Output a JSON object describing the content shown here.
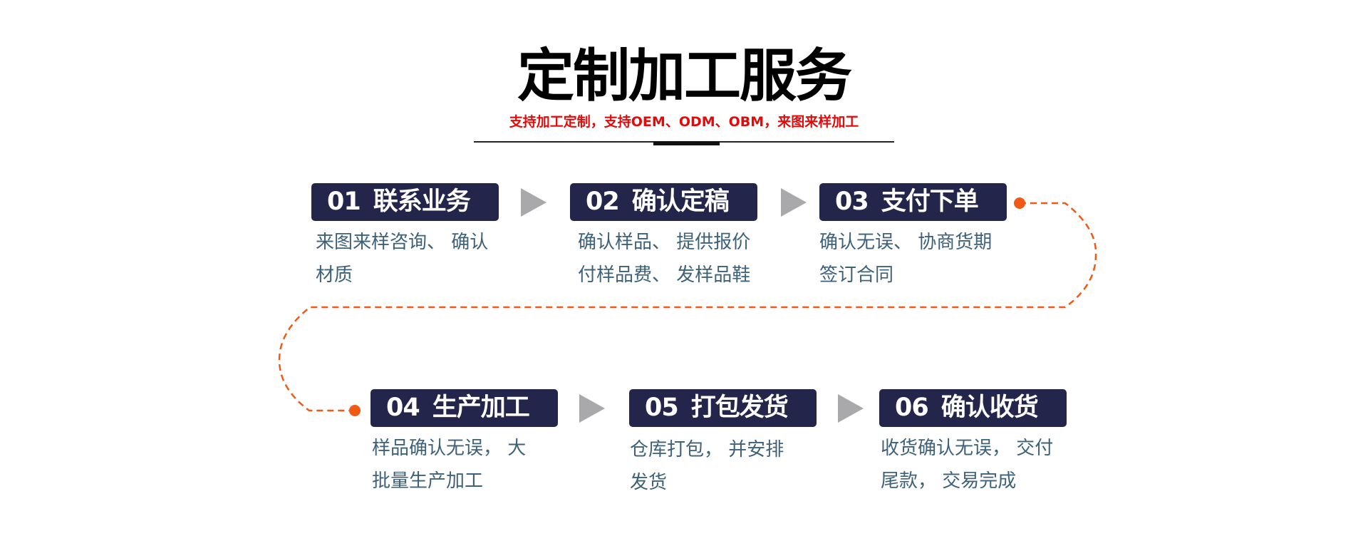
{
  "header": {
    "title": "定制加工服务",
    "subtitle": "支持加工定制，支持OEM、ODM、OBM，来图来样加工"
  },
  "colors": {
    "box_bg": "#23254a",
    "box_text": "#ffffff",
    "arrow": "#a9a9ab",
    "desc_text": "#3d6179",
    "connector": "#f05a14",
    "subtitle": "#e20a0a"
  },
  "steps": [
    {
      "num": "01",
      "label": "联系业务",
      "desc_lines": [
        "来图来样咨询、 确认",
        "材质"
      ]
    },
    {
      "num": "02",
      "label": "确认定稿",
      "desc_lines": [
        "确认样品、 提供报价",
        "付样品费、 发样品鞋"
      ]
    },
    {
      "num": "03",
      "label": "支付下单",
      "desc_lines": [
        "确认无误、 协商货期",
        "签订合同"
      ]
    },
    {
      "num": "04",
      "label": "生产加工",
      "desc_lines": [
        "样品确认无误， 大",
        "批量生产加工"
      ]
    },
    {
      "num": "05",
      "label": "打包发货",
      "desc_lines": [
        "仓库打包， 并安排",
        "发货"
      ]
    },
    {
      "num": "06",
      "label": "确认收货",
      "desc_lines": [
        "收货确认无误， 交付",
        "尾款， 交易完成"
      ]
    }
  ],
  "icons": {
    "step_arrow": "right-triangle",
    "connector": "dashed-path-with-dot"
  }
}
